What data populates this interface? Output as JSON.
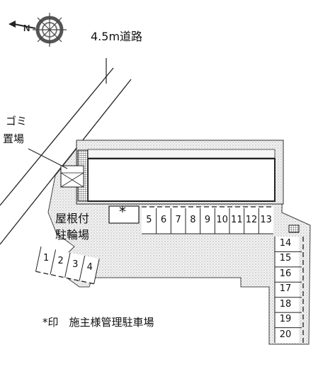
{
  "compass": {
    "north_letter": "N"
  },
  "road_label": "4.5m道路",
  "trash_label": {
    "line1": "ゴミ",
    "line2": "置場"
  },
  "bike_label": {
    "line1": "屋根付",
    "line2": "駐輪場"
  },
  "owner_mark": "*",
  "legend_note": "*印　施主様管理駐車場",
  "parking_left": [
    "1",
    "2",
    "3",
    "4"
  ],
  "parking_top": [
    "5",
    "6",
    "7",
    "8",
    "9",
    "10",
    "11",
    "12",
    "13"
  ],
  "parking_right": [
    "14",
    "15",
    "16",
    "17",
    "18",
    "19",
    "20"
  ]
}
